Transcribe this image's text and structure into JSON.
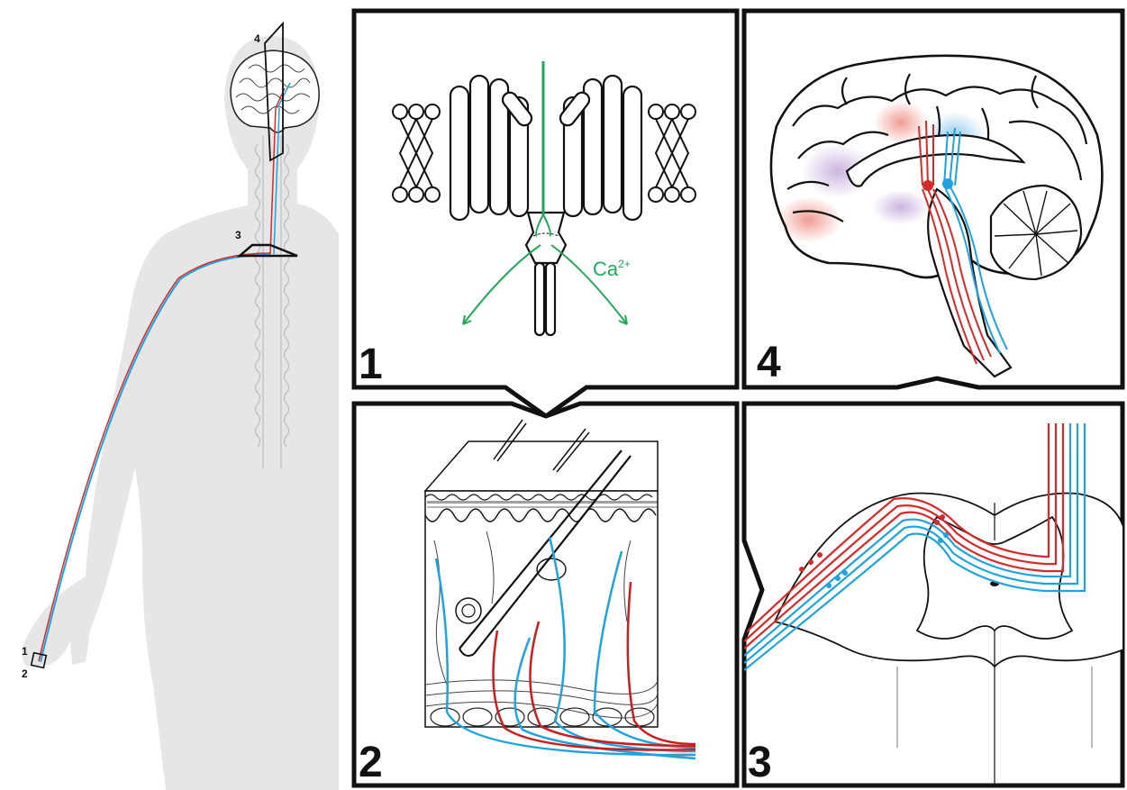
{
  "colors": {
    "sensory_red": "#d62a2a",
    "sensory_blue": "#1fa3e0",
    "channel_green": "#21a85a",
    "silhouette_gray": "#e6e6e6",
    "outline": "#111111"
  },
  "body_markers": {
    "m1": "1",
    "m2": "2",
    "m3": "3",
    "m4": "4"
  },
  "panels": {
    "p1": {
      "number": "1",
      "ion_label": "Ca",
      "ion_sup": "2+"
    },
    "p2": {
      "number": "2"
    },
    "p3": {
      "number": "3"
    },
    "p4": {
      "number": "4"
    }
  }
}
